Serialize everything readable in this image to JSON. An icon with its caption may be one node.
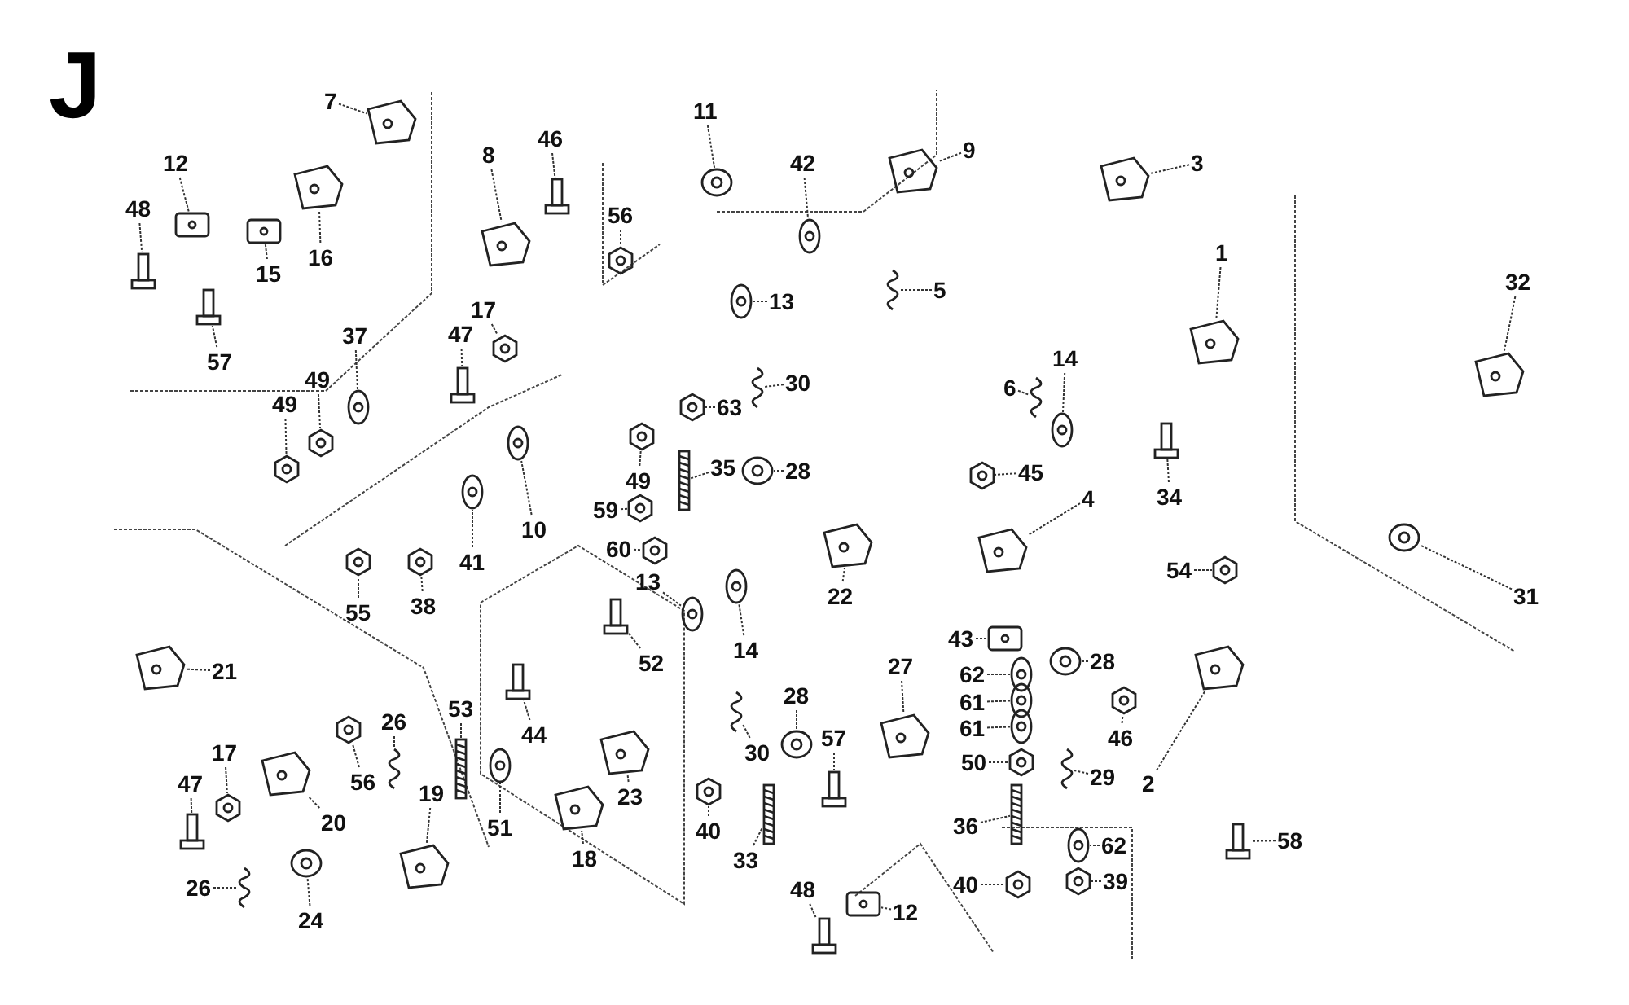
{
  "diagram": {
    "title": "J",
    "nodes": [
      {
        "text": [
          "7"
        ]
      },
      {
        "text": [
          "12"
        ]
      },
      {
        "text": [
          "48"
        ]
      },
      {
        "text": [
          "16"
        ]
      },
      {
        "text": [
          "15"
        ]
      },
      {
        "text": [
          "57"
        ]
      },
      {
        "text": [
          "8"
        ]
      },
      {
        "text": [
          "46"
        ]
      },
      {
        "text": [
          "56"
        ]
      },
      {
        "text": [
          "11"
        ]
      },
      {
        "text": [
          "42"
        ]
      },
      {
        "text": [
          "9"
        ]
      },
      {
        "text": [
          "13"
        ]
      },
      {
        "text": [
          "5"
        ]
      },
      {
        "text": [
          "3"
        ]
      },
      {
        "text": [
          "1"
        ]
      },
      {
        "text": [
          "32"
        ]
      },
      {
        "text": [
          "17"
        ]
      },
      {
        "text": [
          "47"
        ]
      },
      {
        "text": [
          "37"
        ]
      },
      {
        "text": [
          "49"
        ]
      },
      {
        "text": [
          "49"
        ]
      },
      {
        "text": [
          "30"
        ]
      },
      {
        "text": [
          "6"
        ]
      },
      {
        "text": [
          "14"
        ]
      },
      {
        "text": [
          "63"
        ]
      },
      {
        "text": [
          "49"
        ]
      },
      {
        "text": [
          "35"
        ]
      },
      {
        "text": [
          "28"
        ]
      },
      {
        "text": [
          "45"
        ]
      },
      {
        "text": [
          "4"
        ]
      },
      {
        "text": [
          "34"
        ]
      },
      {
        "text": [
          "10"
        ]
      },
      {
        "text": [
          "41"
        ]
      },
      {
        "text": [
          "55"
        ]
      },
      {
        "text": [
          "38"
        ]
      },
      {
        "text": [
          "59"
        ]
      },
      {
        "text": [
          "60"
        ]
      },
      {
        "text": [
          "13"
        ]
      },
      {
        "text": [
          "14"
        ]
      },
      {
        "text": [
          "22"
        ]
      },
      {
        "text": [
          "54"
        ]
      },
      {
        "text": [
          "31"
        ]
      },
      {
        "text": [
          "21"
        ]
      },
      {
        "text": [
          "52"
        ]
      },
      {
        "text": [
          "44"
        ]
      },
      {
        "text": [
          "43"
        ]
      },
      {
        "text": [
          "27"
        ]
      },
      {
        "text": [
          "28"
        ]
      },
      {
        "text": [
          "62"
        ]
      },
      {
        "text": [
          "61"
        ]
      },
      {
        "text": [
          "61"
        ]
      },
      {
        "text": [
          "46"
        ]
      },
      {
        "text": [
          "50"
        ]
      },
      {
        "text": [
          "2"
        ]
      },
      {
        "text": [
          "29"
        ]
      },
      {
        "text": [
          "57"
        ]
      },
      {
        "text": [
          "28"
        ]
      },
      {
        "text": [
          "30"
        ]
      },
      {
        "text": [
          "26"
        ]
      },
      {
        "text": [
          "53"
        ]
      },
      {
        "text": [
          "56"
        ]
      },
      {
        "text": [
          "17"
        ]
      },
      {
        "text": [
          "47"
        ]
      },
      {
        "text": [
          "19"
        ]
      },
      {
        "text": [
          "20"
        ]
      },
      {
        "text": [
          "23"
        ]
      },
      {
        "text": [
          "51"
        ]
      },
      {
        "text": [
          "18"
        ]
      },
      {
        "text": [
          "40"
        ]
      },
      {
        "text": [
          "33"
        ]
      },
      {
        "text": [
          "36"
        ]
      },
      {
        "text": [
          "62"
        ]
      },
      {
        "text": [
          "39"
        ]
      },
      {
        "text": [
          "58"
        ]
      },
      {
        "text": [
          "26"
        ]
      },
      {
        "text": [
          "24"
        ]
      },
      {
        "text": [
          "48"
        ]
      },
      {
        "text": [
          "40"
        ]
      },
      {
        "text": [
          "12"
        ]
      },
      {
        "text": [],
        "shape": "picture"
      },
      {
        "text": [],
        "shape": "picture"
      },
      {
        "text": [],
        "shape": "picture"
      },
      {
        "text": [],
        "shape": "picture"
      },
      {
        "text": [],
        "shape": "picture"
      },
      {
        "text": [],
        "shape": "picture"
      },
      {
        "text": [],
        "shape": "picture"
      },
      {
        "text": [],
        "shape": "picture"
      },
      {
        "text": [],
        "shape": "picture"
      },
      {
        "text": [],
        "shape": "picture"
      },
      {
        "text": [],
        "shape": "picture"
      },
      {
        "text": [],
        "shape": "picture"
      },
      {
        "text": [],
        "shape": "picture"
      },
      {
        "text": [],
        "shape": "picture"
      },
      {
        "text": [],
        "shape": "picture"
      },
      {
        "text": [],
        "shape": "picture"
      },
      {
        "text": [],
        "shape": "picture"
      },
      {
        "text": [],
        "shape": "picture"
      },
      {
        "text": [],
        "shape": "picture"
      },
      {
        "text": [],
        "shape": "picture"
      },
      {
        "text": [],
        "shape": "picture"
      },
      {
        "text": [],
        "shape": "picture"
      },
      {
        "text": [],
        "shape": "picture"
      },
      {
        "text": [],
        "shape": "picture"
      },
      {
        "text": [],
        "shape": "picture"
      },
      {
        "text": [],
        "shape": "picture"
      },
      {
        "text": [],
        "shape": "picture"
      },
      {
        "text": [],
        "shape": "picture"
      },
      {
        "text": [],
        "shape": "picture"
      },
      {
        "text": [],
        "shape": "picture"
      },
      {
        "text": [],
        "shape": "picture"
      },
      {
        "text": [],
        "shape": "picture"
      },
      {
        "text": [],
        "shape": "picture"
      },
      {
        "text": [],
        "shape": "picture"
      },
      {
        "text": [],
        "shape": "picture"
      },
      {
        "text": [],
        "shape": "picture"
      },
      {
        "text": [],
        "shape": "picture"
      },
      {
        "text": [],
        "shape": "picture"
      },
      {
        "text": [],
        "shape": "picture"
      },
      {
        "text": [],
        "shape": "picture"
      },
      {
        "text": [],
        "shape": "picture"
      },
      {
        "text": [],
        "shape": "picture"
      },
      {
        "text": [],
        "shape": "picture"
      },
      {
        "text": [],
        "shape": "picture"
      },
      {
        "text": [],
        "shape": "picture"
      },
      {
        "text": [],
        "shape": "picture"
      },
      {
        "text": [],
        "shape": "picture"
      },
      {
        "text": [],
        "shape": "picture"
      },
      {
        "text": [],
        "shape": "picture"
      },
      {
        "text": [],
        "shape": "picture"
      },
      {
        "text": [],
        "shape": "picture"
      },
      {
        "text": [],
        "shape": "picture"
      },
      {
        "text": [],
        "shape": "picture"
      },
      {
        "text": [],
        "shape": "picture"
      },
      {
        "text": [],
        "shape": "picture"
      },
      {
        "text": [],
        "shape": "picture"
      },
      {
        "text": [],
        "shape": "picture"
      },
      {
        "text": [],
        "shape": "picture"
      },
      {
        "text": [],
        "shape": "picture"
      },
      {
        "text": [],
        "shape": "picture"
      },
      {
        "text": [],
        "shape": "picture"
      },
      {
        "text": [],
        "shape": "picture"
      },
      {
        "text": [],
        "shape": "picture"
      },
      {
        "text": [],
        "shape": "picture"
      },
      {
        "text": [],
        "shape": "picture"
      },
      {
        "text": [],
        "shape": "picture"
      },
      {
        "text": [],
        "shape": "picture"
      },
      {
        "text": [],
        "shape": "picture"
      },
      {
        "text": [],
        "shape": "picture"
      },
      {
        "text": [],
        "shape": "picture"
      },
      {
        "text": [],
        "shape": "picture"
      },
      {
        "text": [],
        "shape": "picture"
      },
      {
        "text": [],
        "shape": "picture"
      },
      {
        "text": [],
        "shape": "picture"
      },
      {
        "text": [],
        "shape": "picture"
      },
      {
        "text": [],
        "shape": "picture"
      },
      {
        "text": [],
        "shape": "picture"
      },
      {
        "text": [],
        "shape": "picture"
      },
      {
        "text": [],
        "shape": "picture"
      },
      {
        "text": [],
        "shape": "picture"
      }
    ],
    "edges": [
      {
        "from": 0,
        "to": 80,
        "arrow": "none"
      },
      {
        "from": 1,
        "to": 81,
        "arrow": "none"
      },
      {
        "from": 2,
        "to": 82,
        "arrow": "none"
      },
      {
        "from": 3,
        "to": 83,
        "arrow": "none"
      },
      {
        "from": 4,
        "to": 84,
        "arrow": "none"
      },
      {
        "from": 5,
        "to": 85,
        "arrow": "none"
      },
      {
        "from": 6,
        "to": 86,
        "arrow": "none"
      },
      {
        "from": 7,
        "to": 87,
        "arrow": "none"
      },
      {
        "from": 8,
        "to": 88,
        "arrow": "none"
      },
      {
        "from": 9,
        "to": 89,
        "arrow": "none"
      },
      {
        "from": 10,
        "to": 90,
        "arrow": "none"
      },
      {
        "from": 11,
        "to": 91,
        "arrow": "none"
      },
      {
        "from": 12,
        "to": 92,
        "arrow": "none"
      },
      {
        "from": 13,
        "to": 93,
        "arrow": "none"
      },
      {
        "from": 14,
        "to": 94,
        "arrow": "none"
      },
      {
        "from": 15,
        "to": 95,
        "arrow": "none"
      },
      {
        "from": 16,
        "to": 96,
        "arrow": "none"
      },
      {
        "from": 17,
        "to": 97,
        "arrow": "none"
      },
      {
        "from": 18,
        "to": 98,
        "arrow": "none"
      },
      {
        "from": 19,
        "to": 99,
        "arrow": "none"
      },
      {
        "from": 20,
        "to": 100,
        "arrow": "none"
      },
      {
        "from": 21,
        "to": 101,
        "arrow": "none"
      },
      {
        "from": 22,
        "to": 102,
        "arrow": "none"
      },
      {
        "from": 23,
        "to": 103,
        "arrow": "none"
      },
      {
        "from": 24,
        "to": 104,
        "arrow": "none"
      },
      {
        "from": 25,
        "to": 105,
        "arrow": "none"
      },
      {
        "from": 26,
        "to": 106,
        "arrow": "none"
      },
      {
        "from": 27,
        "to": 107,
        "arrow": "none"
      },
      {
        "from": 28,
        "to": 108,
        "arrow": "none"
      },
      {
        "from": 29,
        "to": 109,
        "arrow": "none"
      },
      {
        "from": 30,
        "to": 110,
        "arrow": "none"
      },
      {
        "from": 31,
        "to": 111,
        "arrow": "none"
      },
      {
        "from": 32,
        "to": 112,
        "arrow": "none"
      },
      {
        "from": 33,
        "to": 113,
        "arrow": "none"
      },
      {
        "from": 34,
        "to": 114,
        "arrow": "none"
      },
      {
        "from": 35,
        "to": 115,
        "arrow": "none"
      },
      {
        "from": 36,
        "to": 116,
        "arrow": "none"
      },
      {
        "from": 37,
        "to": 117,
        "arrow": "none"
      },
      {
        "from": 38,
        "to": 118,
        "arrow": "none"
      },
      {
        "from": 39,
        "to": 119,
        "arrow": "none"
      },
      {
        "from": 40,
        "to": 120,
        "arrow": "none"
      },
      {
        "from": 41,
        "to": 121,
        "arrow": "none"
      },
      {
        "from": 42,
        "to": 122,
        "arrow": "none"
      },
      {
        "from": 43,
        "to": 123,
        "arrow": "none"
      },
      {
        "from": 44,
        "to": 124,
        "arrow": "none"
      },
      {
        "from": 45,
        "to": 125,
        "arrow": "none"
      },
      {
        "from": 46,
        "to": 126,
        "arrow": "none"
      },
      {
        "from": 47,
        "to": 127,
        "arrow": "none"
      },
      {
        "from": 48,
        "to": 128,
        "arrow": "none"
      },
      {
        "from": 49,
        "to": 129,
        "arrow": "none"
      },
      {
        "from": 50,
        "to": 130,
        "arrow": "none"
      },
      {
        "from": 51,
        "to": 131,
        "arrow": "none"
      },
      {
        "from": 52,
        "to": 132,
        "arrow": "none"
      },
      {
        "from": 53,
        "to": 133,
        "arrow": "none"
      },
      {
        "from": 54,
        "to": 134,
        "arrow": "none"
      },
      {
        "from": 55,
        "to": 135,
        "arrow": "none"
      },
      {
        "from": 56,
        "to": 136,
        "arrow": "none"
      },
      {
        "from": 57,
        "to": 137,
        "arrow": "none"
      },
      {
        "from": 58,
        "to": 138,
        "arrow": "none"
      },
      {
        "from": 59,
        "to": 139,
        "arrow": "none"
      },
      {
        "from": 60,
        "to": 140,
        "arrow": "none"
      },
      {
        "from": 61,
        "to": 141,
        "arrow": "none"
      },
      {
        "from": 62,
        "to": 142,
        "arrow": "none"
      },
      {
        "from": 63,
        "to": 143,
        "arrow": "none"
      },
      {
        "from": 64,
        "to": 144,
        "arrow": "none"
      },
      {
        "from": 65,
        "to": 145,
        "arrow": "none"
      },
      {
        "from": 66,
        "to": 146,
        "arrow": "none"
      },
      {
        "from": 67,
        "to": 147,
        "arrow": "none"
      },
      {
        "from": 68,
        "to": 148,
        "arrow": "none"
      },
      {
        "from": 69,
        "to": 149,
        "arrow": "none"
      },
      {
        "from": 70,
        "to": 150,
        "arrow": "none"
      },
      {
        "from": 71,
        "to": 151,
        "arrow": "none"
      },
      {
        "from": 72,
        "to": 152,
        "arrow": "none"
      },
      {
        "from": 73,
        "to": 153,
        "arrow": "none"
      },
      {
        "from": 74,
        "to": 154,
        "arrow": "none"
      },
      {
        "from": 75,
        "to": 155,
        "arrow": "none"
      },
      {
        "from": 76,
        "to": 156,
        "arrow": "none"
      },
      {
        "from": 77,
        "to": 157,
        "arrow": "none"
      },
      {
        "from": 78,
        "to": 158,
        "arrow": "none"
      },
      {
        "from": 79,
        "to": 159,
        "arrow": "none"
      }
    ]
  }
}
